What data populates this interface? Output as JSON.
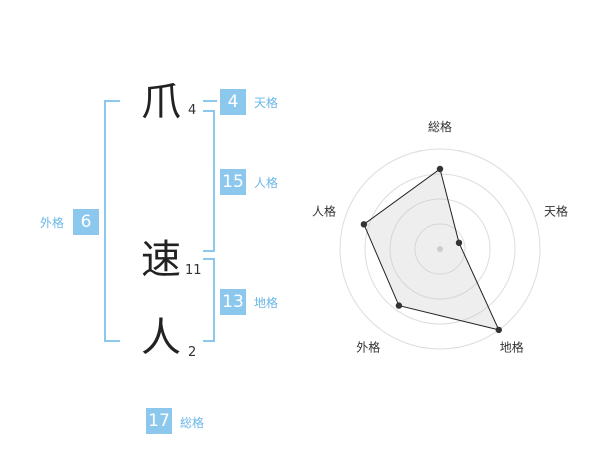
{
  "name": {
    "chars": [
      {
        "char": "爪",
        "strokes": "4"
      },
      {
        "char": "速",
        "strokes": "11"
      },
      {
        "char": "人",
        "strokes": "2"
      }
    ]
  },
  "kakusu": {
    "tenkaku": {
      "value": "4",
      "label": "天格"
    },
    "jinkaku": {
      "value": "15",
      "label": "人格"
    },
    "chikaku": {
      "value": "13",
      "label": "地格"
    },
    "gaikaku": {
      "value": "6",
      "label": "外格"
    },
    "soukaku": {
      "value": "17",
      "label": "総格"
    }
  },
  "colors": {
    "accent": "#8cc8ee",
    "accent_text": "#6ab6e8"
  },
  "chart_data": {
    "type": "radar",
    "axes": [
      "総格",
      "天格",
      "地格",
      "外格",
      "人格"
    ],
    "values": [
      0.8,
      0.2,
      1.0,
      0.7,
      0.8
    ],
    "max": 1.0,
    "rings": 4
  }
}
